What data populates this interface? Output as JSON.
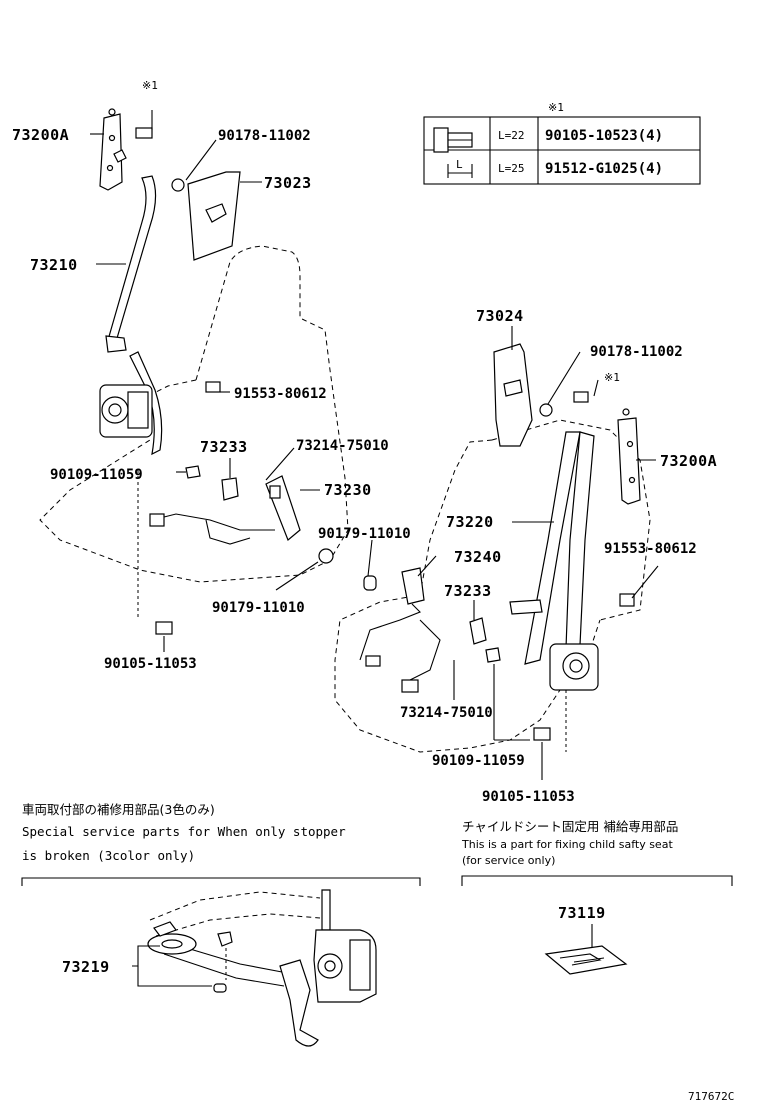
{
  "left_labels": {
    "p73200A": "73200A",
    "ref1_top": "※1",
    "p90178": "90178-11002",
    "p73023": "73023",
    "p73210": "73210",
    "p91553": "91553-80612",
    "p73233": "73233",
    "p73214": "73214-75010",
    "p90109": "90109-11059",
    "p73230": "73230",
    "p90179": "90179-11010",
    "p90105": "90105-11053"
  },
  "right_labels": {
    "p73024": "73024",
    "p90178": "90178-11002",
    "ref1": "※1",
    "p73200A": "73200A",
    "p73220": "73220",
    "p90179": "90179-11010",
    "p73240": "73240",
    "p91553": "91553-80612",
    "p73233": "73233",
    "p73214": "73214-75010",
    "p90109": "90109-11059",
    "p90105": "90105-11053"
  },
  "bolt_table": {
    "title": "※1",
    "dim_label": "L",
    "rows": [
      {
        "length": "L=22",
        "part": "90105-10523(4)"
      },
      {
        "length": "L=25",
        "part": "91512-G1025(4)"
      }
    ]
  },
  "service_note": {
    "jp": "車両取付部の補修用部品(3色のみ)",
    "en_line1": "Special service parts for When only stopper",
    "en_line2": "is broken (3color only)",
    "part": "73219"
  },
  "child_seat_note": {
    "jp": "チャイルドシート固定用 補給専用部品",
    "en_line1": "This is a part for fixing child safty seat",
    "en_line2": "(for service only)",
    "part": "73119"
  },
  "figure_id": "717672C"
}
